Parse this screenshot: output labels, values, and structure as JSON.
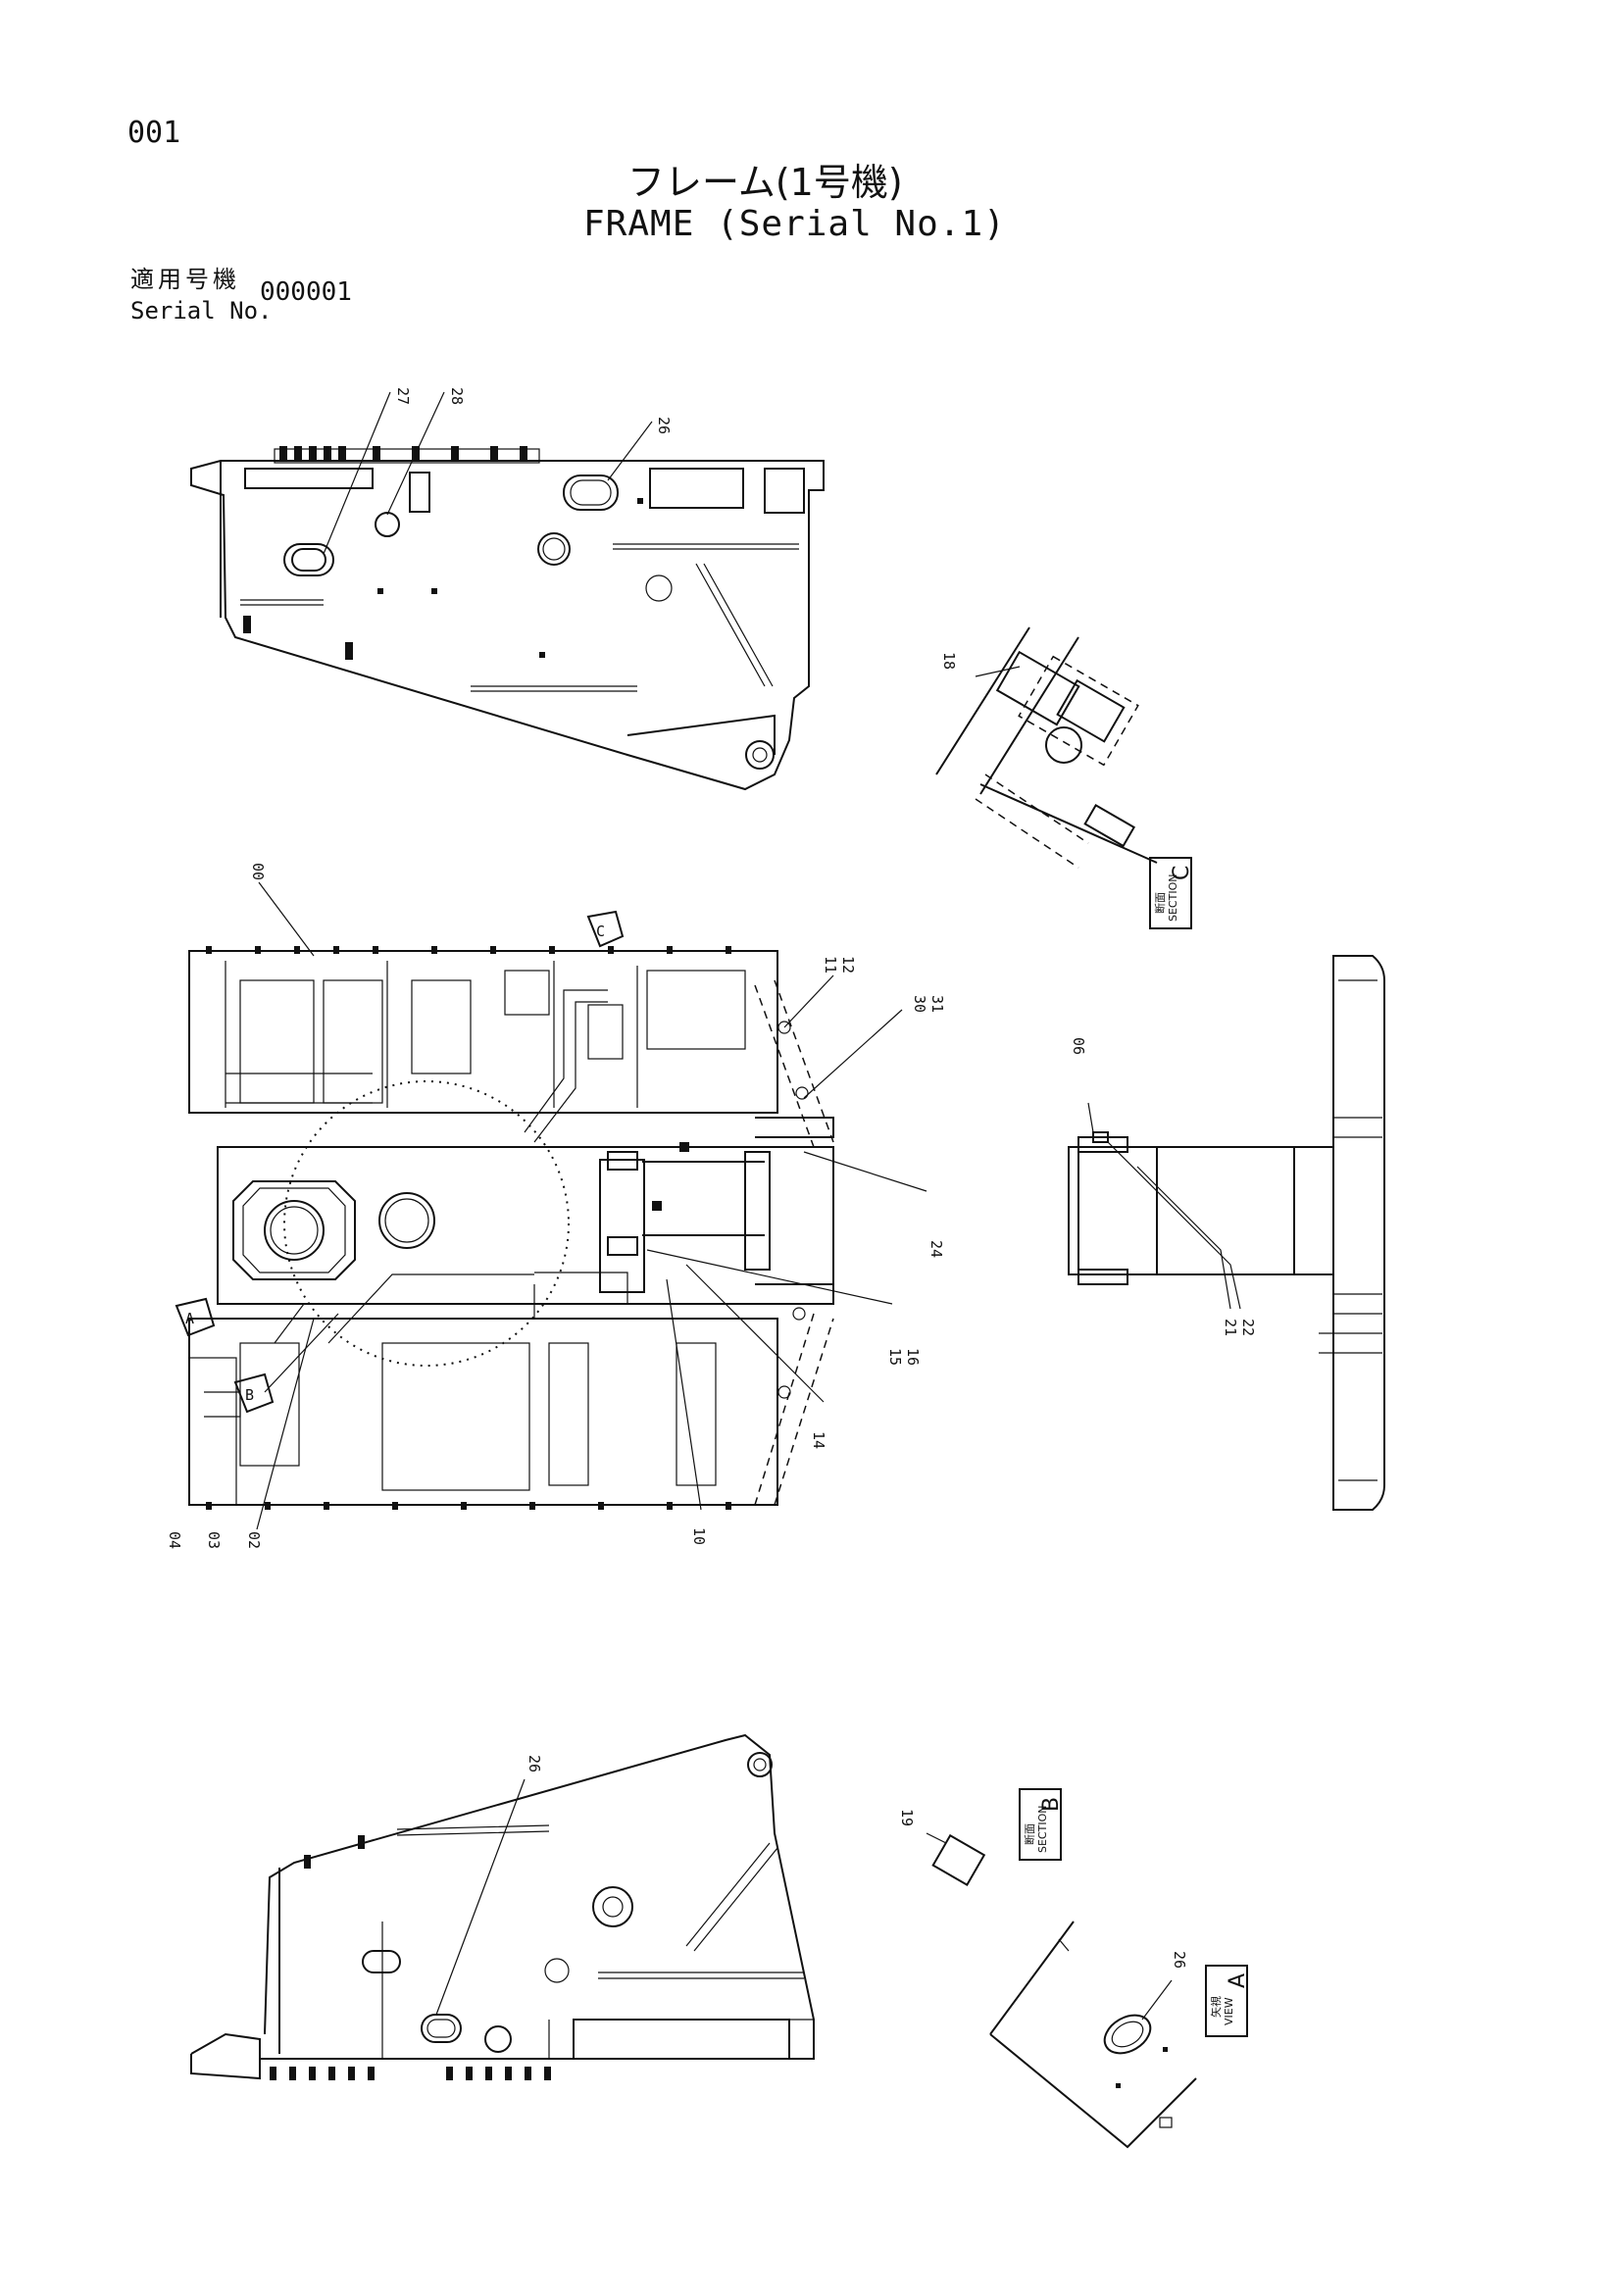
{
  "page_number": "001",
  "title_jp": "フレーム(1号機)",
  "title_en": "FRAME (Serial No.1)",
  "serial": {
    "label_jp": "適用号機",
    "label_en": "Serial No.",
    "value": "000001"
  },
  "callouts": {
    "top_view": [
      "27",
      "28",
      "26"
    ],
    "section_c": [
      "18"
    ],
    "plan_view": [
      "00",
      "11",
      "12",
      "30",
      "31",
      "24",
      "15",
      "16",
      "14",
      "10",
      "02",
      "03",
      "04"
    ],
    "front_view": [
      "06",
      "21",
      "22"
    ],
    "bottom_view": [
      "26"
    ],
    "section_b": [
      "19"
    ],
    "view_a": [
      "26"
    ]
  },
  "view_tags": {
    "section_c": {
      "kanji": "断面",
      "text": "SECTION",
      "letter": "C"
    },
    "section_b": {
      "kanji": "断面",
      "text": "SECTION",
      "letter": "B"
    },
    "view_a": {
      "kanji": "矢視",
      "text": "VIEW",
      "letter": "A"
    }
  },
  "view_markers": [
    "C",
    "A",
    "B"
  ]
}
